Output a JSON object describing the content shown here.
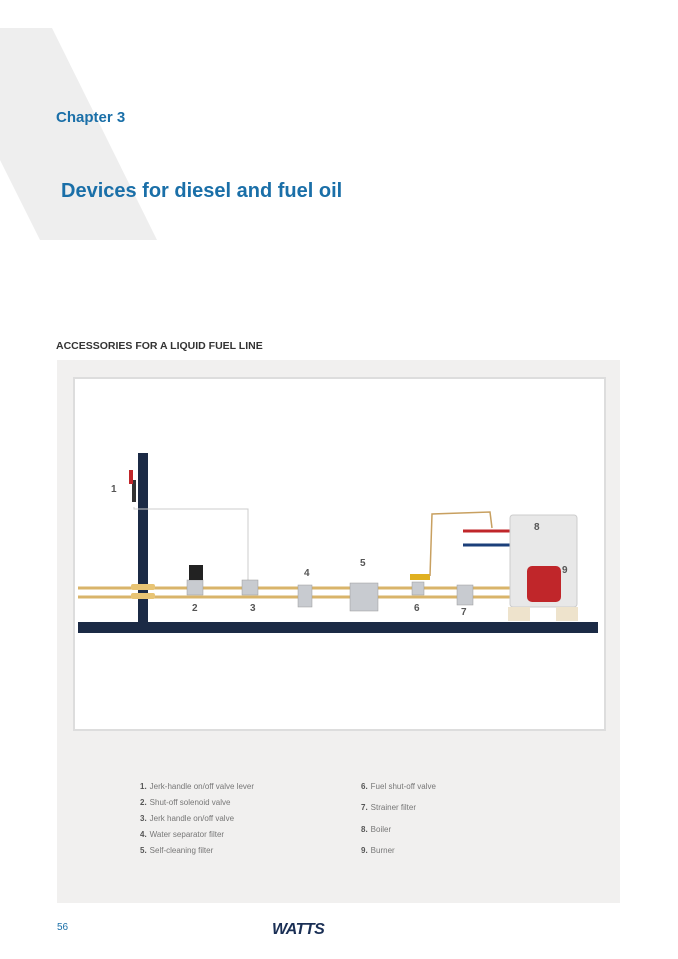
{
  "chapter": "Chapter 3",
  "title": "Devices for diesel and fuel oil",
  "section": "ACCESSORIES FOR A LIQUID FUEL LINE",
  "diagram_labels": [
    "1",
    "2",
    "3",
    "4",
    "5",
    "6",
    "7",
    "8",
    "9"
  ],
  "legend": [
    {
      "n": "1.",
      "t": "Jerk-handle on/off valve lever"
    },
    {
      "n": "2.",
      "t": "Shut-off solenoid valve"
    },
    {
      "n": "3.",
      "t": "Jerk handle on/off valve"
    },
    {
      "n": "4.",
      "t": "Water separator filter"
    },
    {
      "n": "5.",
      "t": "Self-cleaning filter"
    },
    {
      "n": "6.",
      "t": "Fuel shut-off valve"
    },
    {
      "n": "7.",
      "t": "Strainer filter"
    },
    {
      "n": "8.",
      "t": "Boiler"
    },
    {
      "n": "9.",
      "t": "Burner"
    }
  ],
  "page_number": "56",
  "logo": "WATTS",
  "colors": {
    "accent": "#1a6fa8",
    "navy": "#1b2a45",
    "pipe": "#d9b46a"
  }
}
